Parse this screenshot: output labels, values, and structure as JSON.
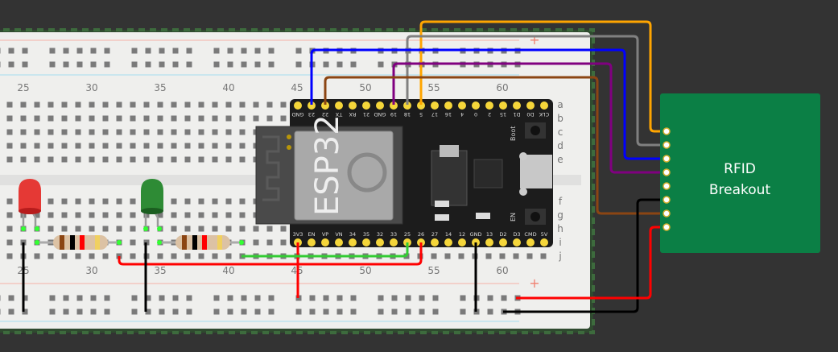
{
  "breadboard": {
    "column_labels": [
      "25",
      "30",
      "35",
      "40",
      "45",
      "50",
      "55",
      "60"
    ],
    "row_labels": [
      "a",
      "b",
      "c",
      "d",
      "e",
      "f",
      "g",
      "h",
      "i",
      "j"
    ],
    "plus": "+"
  },
  "esp32": {
    "name": "ESP32",
    "top_pins": [
      "GND",
      "23",
      "22",
      "TX",
      "RX",
      "21",
      "GND",
      "19",
      "18",
      "5",
      "17",
      "16",
      "4",
      "0",
      "2",
      "15",
      "D1",
      "D0",
      "CLK"
    ],
    "bottom_pins": [
      "3V3",
      "EN",
      "VP",
      "VN",
      "34",
      "35",
      "32",
      "33",
      "25",
      "26",
      "27",
      "14",
      "12",
      "GND",
      "13",
      "D2",
      "D3",
      "CMD",
      "5V"
    ],
    "boot_label": "Boot",
    "en_label": "EN"
  },
  "rfid": {
    "line1": "RFID",
    "line2": "Breakout"
  },
  "colors": {
    "background": "#333333",
    "board_green": "#0b7f45",
    "wire_orange": "#ffa500",
    "wire_gray": "#808080",
    "wire_blue": "#0000ff",
    "wire_purple": "#800080",
    "wire_brown": "#8b4513",
    "wire_red": "#ff0000",
    "wire_black": "#000000",
    "wire_green": "#33cc33"
  }
}
